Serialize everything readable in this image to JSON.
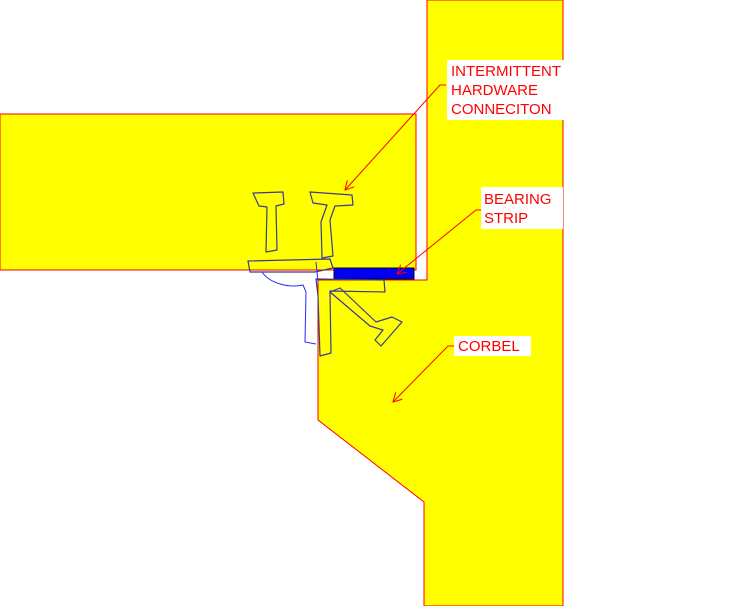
{
  "diagram": {
    "labels": {
      "connection": [
        "INTERMITTENT",
        "HARDWARE",
        "CONNECITON"
      ],
      "bearing": [
        "BEARING",
        "STRIP"
      ],
      "corbel": "CORBEL"
    },
    "colors": {
      "fill": "#ffff00",
      "outline": "#ff0000",
      "bearing_strip": "#0000ee",
      "hardware_sketch": "#3a3a8c",
      "sketch_blue": "#2a2aff",
      "leader": "#ff0000",
      "label_text": "#ff0000",
      "background": "#ffffff"
    }
  }
}
